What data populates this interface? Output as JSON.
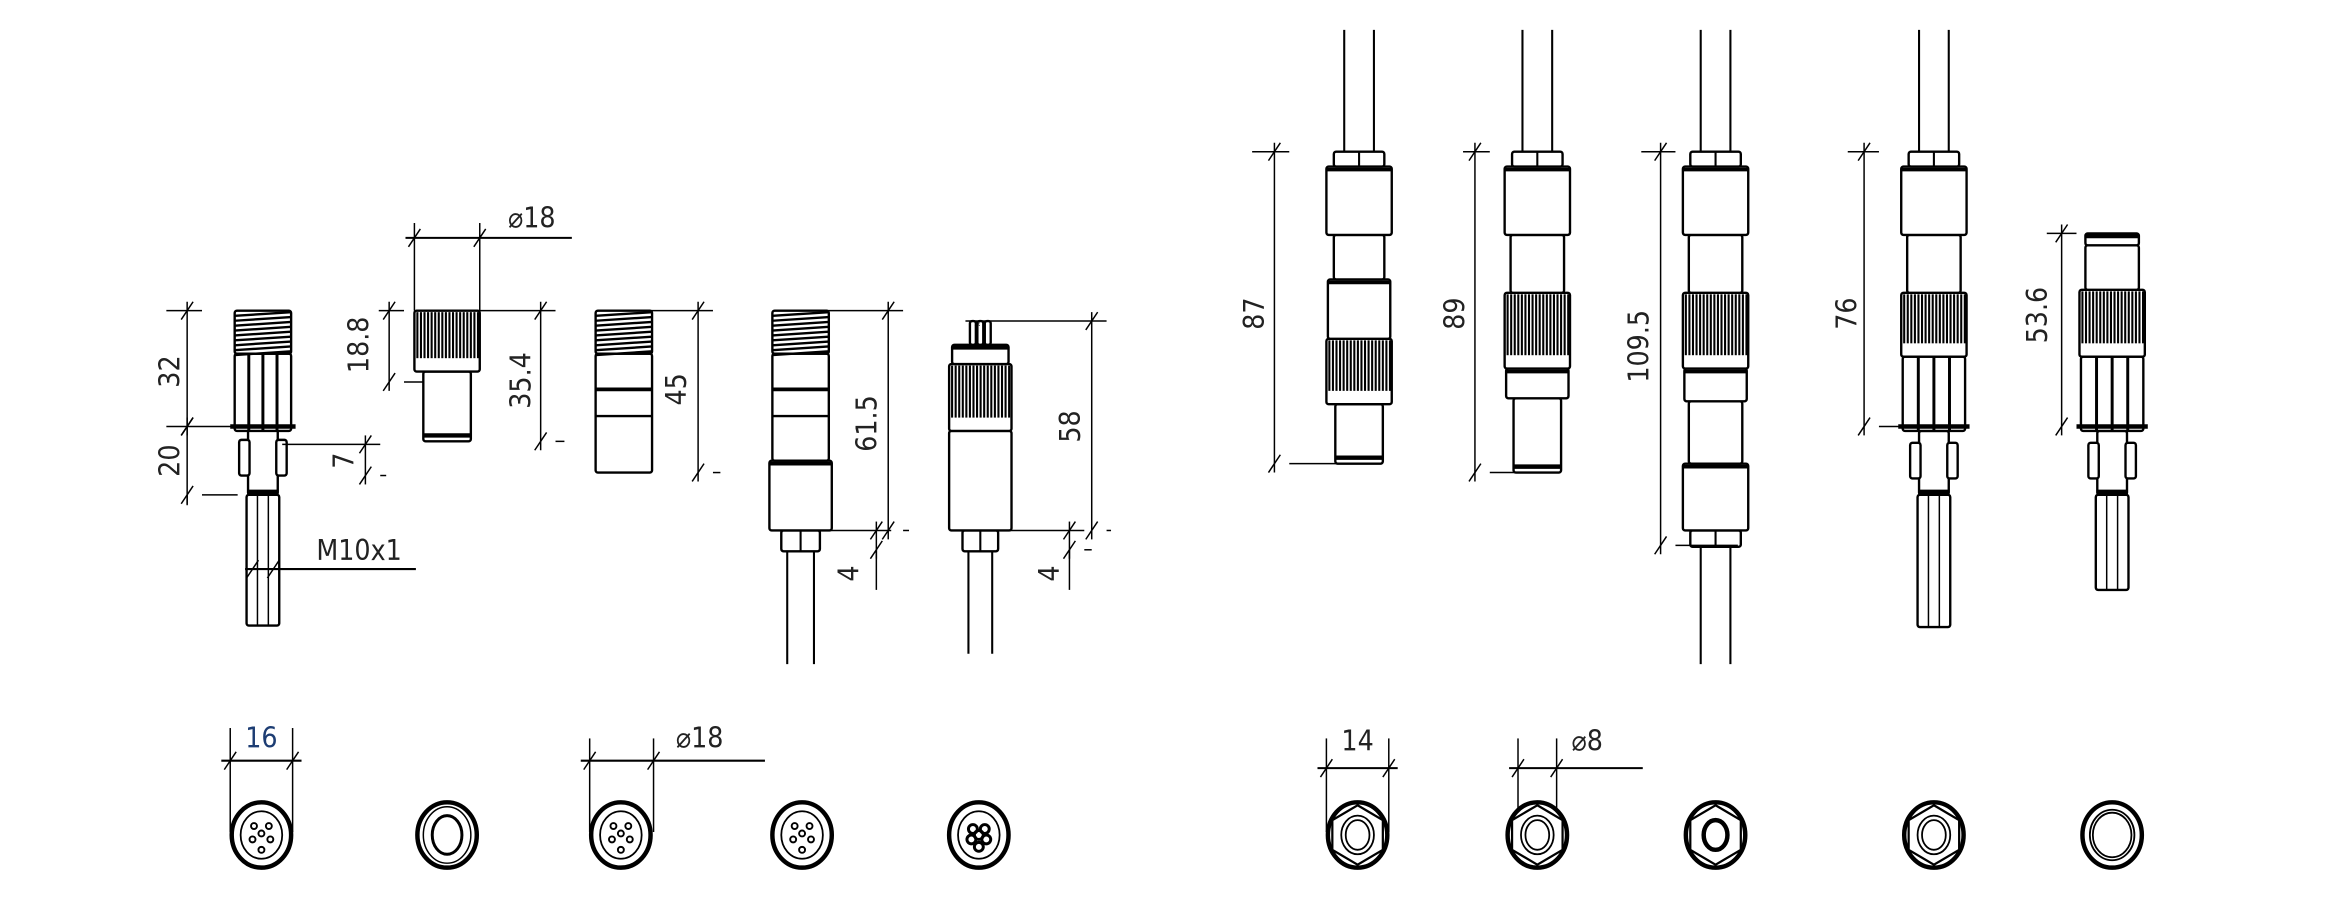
{
  "drawing": {
    "line_color": "#000000",
    "background": "#ffffff",
    "side_views": {
      "left": [
        {
          "name": "male-panel-connector-rear-mount",
          "dims": {
            "upper": "32",
            "lower": "20",
            "clip": "7",
            "thread": "M10x1"
          }
        },
        {
          "name": "male-plug-short",
          "dims": {
            "diameter": "⌀18",
            "knurl": "18.8",
            "length": "35.4"
          }
        },
        {
          "name": "female-panel-connector",
          "dims": {
            "length": "45"
          }
        },
        {
          "name": "female-cable-connector",
          "dims": {
            "length": "61.5",
            "nut": "4"
          }
        },
        {
          "name": "male-cable-connector",
          "dims": {
            "length": "58",
            "nut": "4"
          }
        }
      ],
      "right": [
        {
          "name": "male-cable-connector-long",
          "dims": {
            "length": "87"
          }
        },
        {
          "name": "female-cable-connector-long",
          "dims": {
            "length": "89"
          }
        },
        {
          "name": "inline-coupler",
          "dims": {
            "length": "109.5"
          }
        },
        {
          "name": "cable-to-panel-connector",
          "dims": {
            "length": "76"
          }
        },
        {
          "name": "panel-plug-connector",
          "dims": {
            "length": "53.6"
          }
        }
      ]
    },
    "end_views": {
      "left": {
        "width": "16",
        "diameter": "⌀18"
      },
      "right": {
        "width": "14",
        "diameter": "⌀8"
      }
    }
  }
}
